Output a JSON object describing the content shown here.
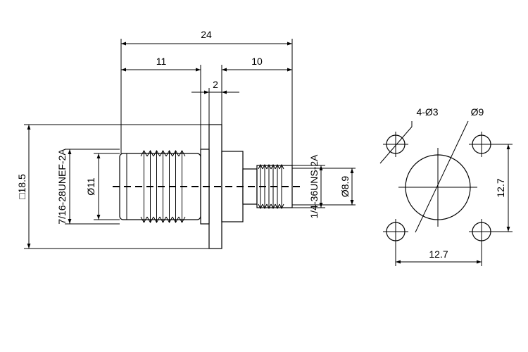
{
  "side_view": {
    "dim_overall_length": "24",
    "dim_left_length": "11",
    "dim_right_length": "10",
    "dim_flange_thickness": "2",
    "dim_flange_square": "□18.5",
    "thread_left": "7/16-28UNEF-2A",
    "diameter_left": "Ø11",
    "thread_right": "1/4-36UNS-2A",
    "diameter_right": "Ø8.9"
  },
  "front_view": {
    "hole_spec": "4-Ø3",
    "center_diameter": "Ø9",
    "hole_spacing_vertical": "12.7",
    "hole_spacing_horizontal": "12.7"
  }
}
